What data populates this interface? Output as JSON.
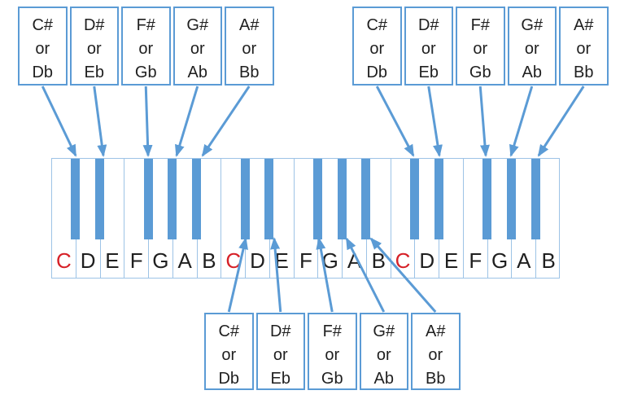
{
  "colors": {
    "accent_blue": "#5b9bd5",
    "keyboard_line_blue": "#9dc3e6",
    "note_c_red": "#d62128",
    "text_black": "#1f1f1f"
  },
  "label_groups": {
    "top_left": {
      "boxes": [
        {
          "line1": "C#",
          "line2": "or",
          "line3": "Db"
        },
        {
          "line1": "D#",
          "line2": "or",
          "line3": "Eb"
        },
        {
          "line1": "F#",
          "line2": "or",
          "line3": "Gb"
        },
        {
          "line1": "G#",
          "line2": "or",
          "line3": "Ab"
        },
        {
          "line1": "A#",
          "line2": "or",
          "line3": "Bb"
        }
      ]
    },
    "top_right": {
      "boxes": [
        {
          "line1": "C#",
          "line2": "or",
          "line3": "Db"
        },
        {
          "line1": "D#",
          "line2": "or",
          "line3": "Eb"
        },
        {
          "line1": "F#",
          "line2": "or",
          "line3": "Gb"
        },
        {
          "line1": "G#",
          "line2": "or",
          "line3": "Ab"
        },
        {
          "line1": "A#",
          "line2": "or",
          "line3": "Bb"
        }
      ]
    },
    "bottom": {
      "boxes": [
        {
          "line1": "C#",
          "line2": "or",
          "line3": "Db"
        },
        {
          "line1": "D#",
          "line2": "or",
          "line3": "Eb"
        },
        {
          "line1": "F#",
          "line2": "or",
          "line3": "Gb"
        },
        {
          "line1": "G#",
          "line2": "or",
          "line3": "Ab"
        },
        {
          "line1": "A#",
          "line2": "or",
          "line3": "Bb"
        }
      ]
    }
  },
  "keyboard": {
    "white_keys": [
      {
        "letter": "C",
        "accent": true
      },
      {
        "letter": "D",
        "accent": false
      },
      {
        "letter": "E",
        "accent": false
      },
      {
        "letter": "F",
        "accent": false
      },
      {
        "letter": "G",
        "accent": false
      },
      {
        "letter": "A",
        "accent": false
      },
      {
        "letter": "B",
        "accent": false
      },
      {
        "letter": "C",
        "accent": true
      },
      {
        "letter": "D",
        "accent": false
      },
      {
        "letter": "E",
        "accent": false
      },
      {
        "letter": "F",
        "accent": false
      },
      {
        "letter": "G",
        "accent": false
      },
      {
        "letter": "A",
        "accent": false
      },
      {
        "letter": "B",
        "accent": false
      },
      {
        "letter": "C",
        "accent": true
      },
      {
        "letter": "D",
        "accent": false
      },
      {
        "letter": "E",
        "accent": false
      },
      {
        "letter": "F",
        "accent": false
      },
      {
        "letter": "G",
        "accent": false
      },
      {
        "letter": "A",
        "accent": false
      },
      {
        "letter": "B",
        "accent": false
      }
    ],
    "black_keys_per_octave": [
      "C-sharp-Db",
      "D-sharp-Eb",
      "F-sharp-Gb",
      "G-sharp-Ab",
      "A-sharp-Bb"
    ]
  }
}
